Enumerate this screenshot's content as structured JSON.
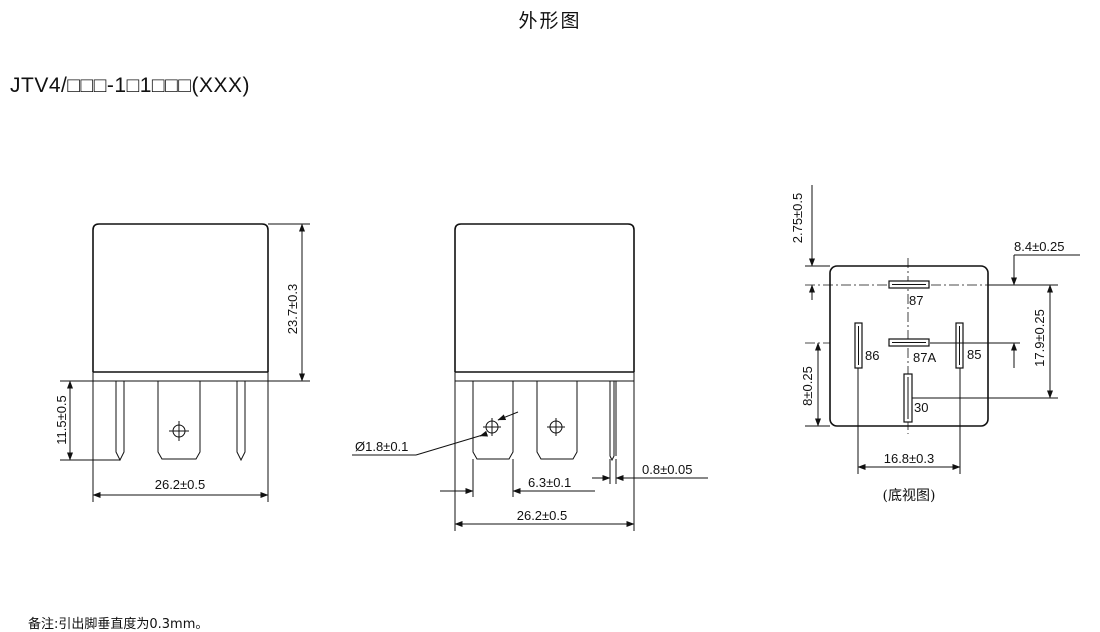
{
  "title": "外形图",
  "model": "JTV4/□□□-1□1□□□(XXX)",
  "note": "备注:引出脚垂直度为0.3mm。",
  "views": {
    "front": {
      "height_dim": "23.7±0.3",
      "pin_dim": "11.5±0.5",
      "width_dim": "26.2±0.5"
    },
    "side": {
      "hole_dim": "Ø1.8±0.1",
      "tab_width": "6.3±0.1",
      "thickness": "0.8±0.05",
      "width_dim": "26.2±0.5"
    },
    "bottom": {
      "top_offset": "2.75±0.5",
      "right_offset": "8.4±0.25",
      "height_dim": "17.9±0.25",
      "left_dim": "8±0.25",
      "width_dim": "16.8±0.3",
      "pin_87": "87",
      "pin_86": "86",
      "pin_87a": "87A",
      "pin_85": "85",
      "pin_30": "30",
      "caption": "(底视图)"
    }
  }
}
